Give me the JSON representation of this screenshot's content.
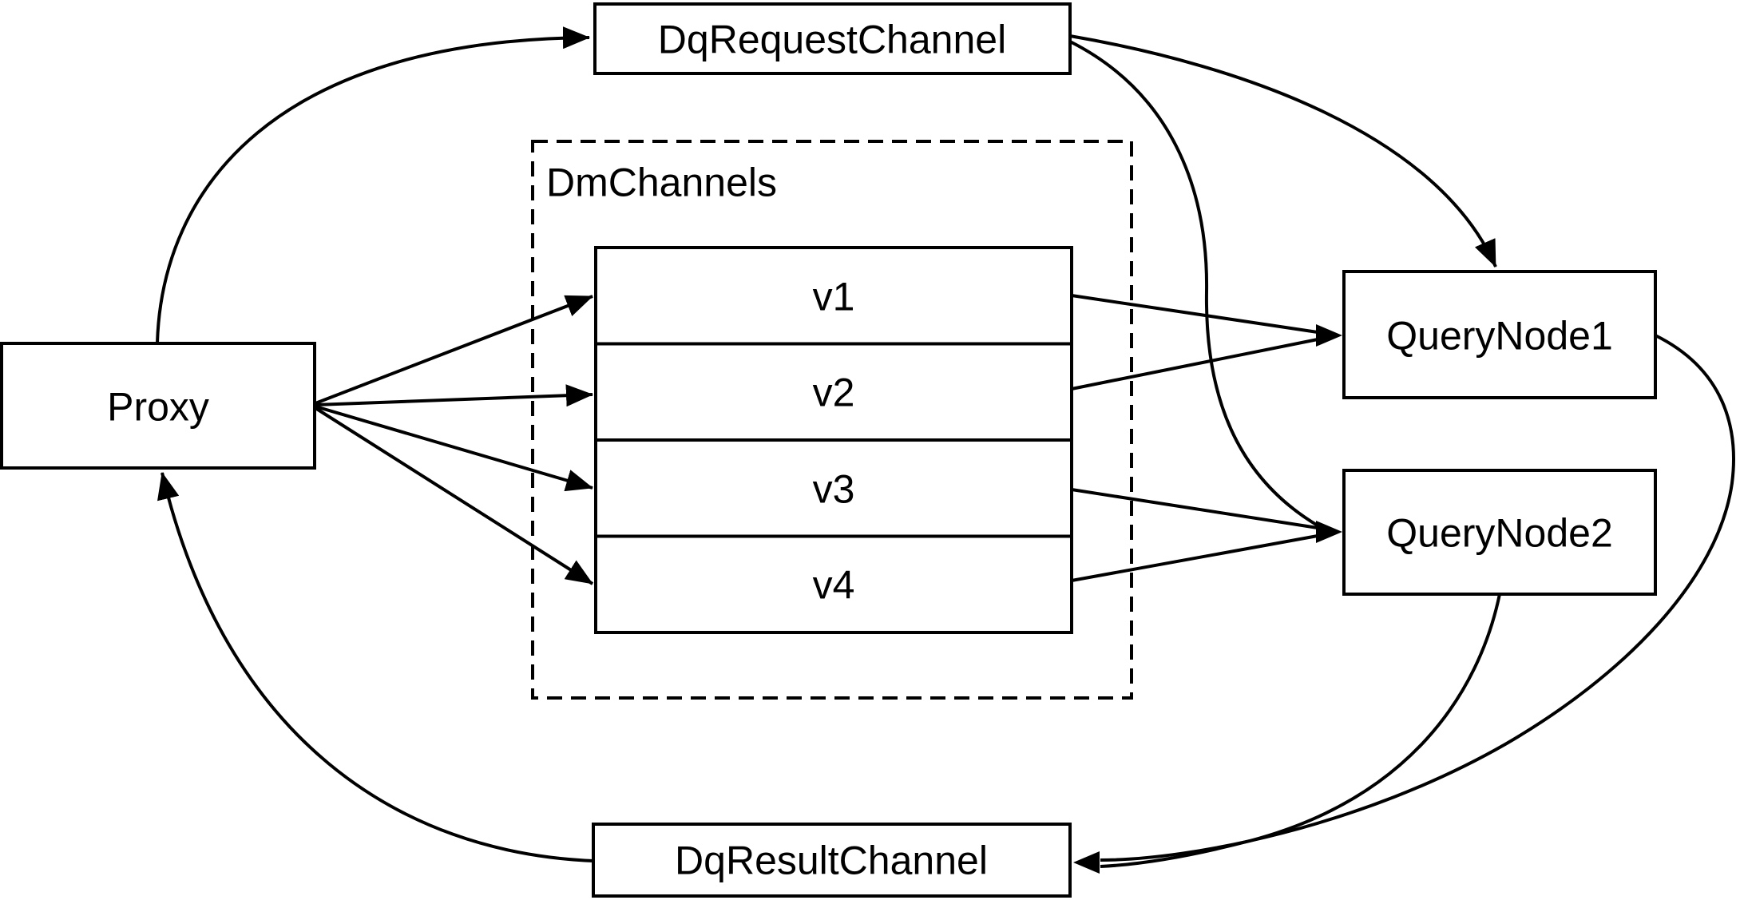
{
  "diagram": {
    "colors": {
      "background": "#ffffff",
      "stroke": "#000000",
      "text": "#000000"
    },
    "nodes": {
      "proxy": {
        "label": "Proxy"
      },
      "dq_request_channel": {
        "label": "DqRequestChannel"
      },
      "dm_channels": {
        "label": "DmChannels",
        "channels": [
          {
            "label": "v1"
          },
          {
            "label": "v2"
          },
          {
            "label": "v3"
          },
          {
            "label": "v4"
          }
        ]
      },
      "query_node_1": {
        "label": "QueryNode1"
      },
      "query_node_2": {
        "label": "QueryNode2"
      },
      "dq_result_channel": {
        "label": "DqResultChannel"
      }
    },
    "edges": [
      {
        "from": "Proxy",
        "to": "DqRequestChannel",
        "style": "curved"
      },
      {
        "from": "Proxy",
        "to": "DmChannels.v1",
        "style": "straight"
      },
      {
        "from": "Proxy",
        "to": "DmChannels.v2",
        "style": "straight"
      },
      {
        "from": "Proxy",
        "to": "DmChannels.v3",
        "style": "straight"
      },
      {
        "from": "Proxy",
        "to": "DmChannels.v4",
        "style": "straight"
      },
      {
        "from": "DqRequestChannel",
        "to": "QueryNode1",
        "style": "curved"
      },
      {
        "from": "DqRequestChannel",
        "to": "QueryNode2",
        "style": "curved"
      },
      {
        "from": "DmChannels.v1",
        "to": "QueryNode1",
        "style": "straight"
      },
      {
        "from": "DmChannels.v2",
        "to": "QueryNode1",
        "style": "straight"
      },
      {
        "from": "DmChannels.v3",
        "to": "QueryNode2",
        "style": "straight"
      },
      {
        "from": "DmChannels.v4",
        "to": "QueryNode2",
        "style": "straight"
      },
      {
        "from": "QueryNode1",
        "to": "DqResultChannel",
        "style": "curved"
      },
      {
        "from": "QueryNode2",
        "to": "DqResultChannel",
        "style": "curved"
      },
      {
        "from": "DqResultChannel",
        "to": "Proxy",
        "style": "curved"
      }
    ]
  }
}
